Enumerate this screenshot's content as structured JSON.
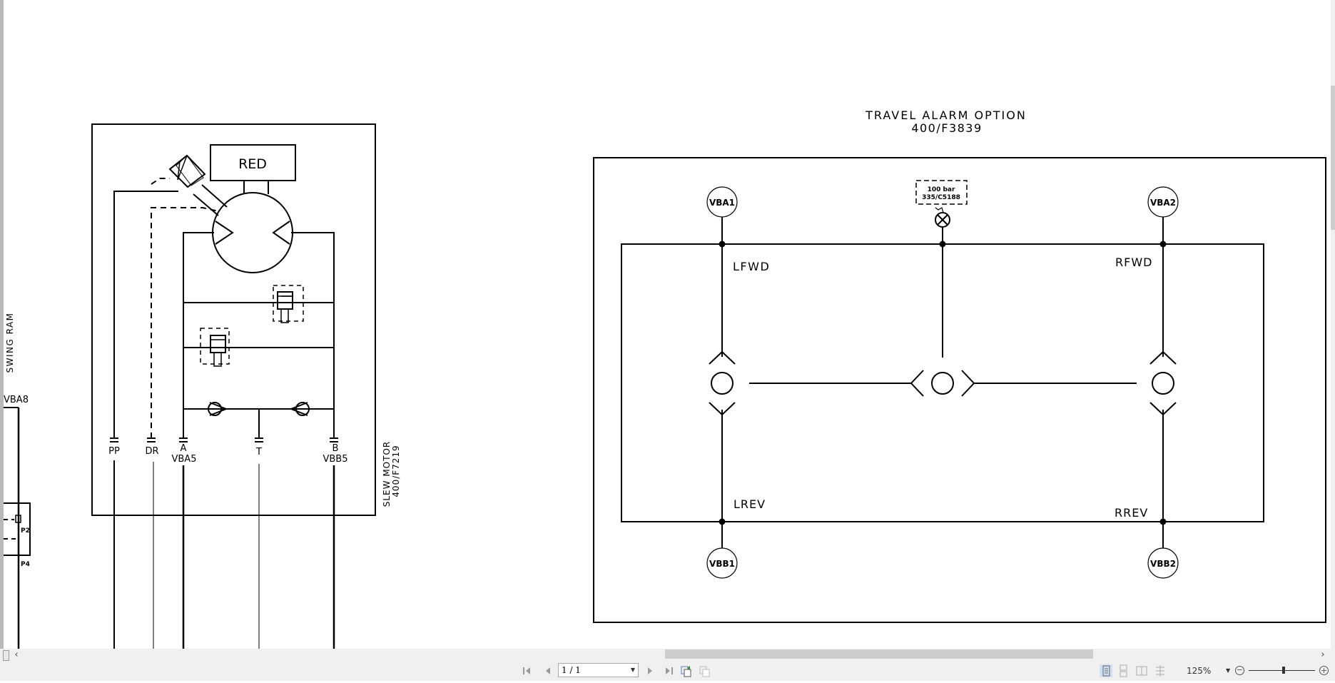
{
  "drawing": {
    "left_panel": {
      "swing_ram_label": "SWING RAM",
      "vba8_label": "VBA8",
      "p2_label": "P2",
      "p4_label": "P4"
    },
    "slew_motor": {
      "title_line1": "SLEW MOTOR",
      "title_line2": "400/F7219",
      "reducer_label": "RED",
      "ports": [
        {
          "name": "PP",
          "sub": ""
        },
        {
          "name": "DR",
          "sub": ""
        },
        {
          "name": "A",
          "sub": "VBA5"
        },
        {
          "name": "T",
          "sub": ""
        },
        {
          "name": "B",
          "sub": "VBB5"
        }
      ]
    },
    "travel_alarm": {
      "title_line1": "TRAVEL ALARM OPTION",
      "title_line2": "400/F3839",
      "switch_label_line1": "100 bar",
      "switch_label_line2": "335/C5188",
      "nodes": {
        "top_left": "VBA1",
        "top_right": "VBA2",
        "bottom_left": "VBB1",
        "bottom_right": "VBB2"
      },
      "line_labels": {
        "lfwd": "LFWD",
        "rfwd": "RFWD",
        "lrev": "LREV",
        "rrev": "RREV"
      }
    }
  },
  "toolbar": {
    "first_page_icon": "first-page-icon",
    "prev_page_icon": "prev-page-icon",
    "page_value": "1 / 1",
    "next_page_icon": "next-page-icon",
    "last_page_icon": "last-page-icon",
    "zoom_level": "125%"
  },
  "colors": {
    "background": "#ffffff",
    "toolbar_bg": "#f0f0f0",
    "scroll_thumb": "#cdcdcd",
    "active_view": "#cfe0f5",
    "line": "#000000"
  }
}
